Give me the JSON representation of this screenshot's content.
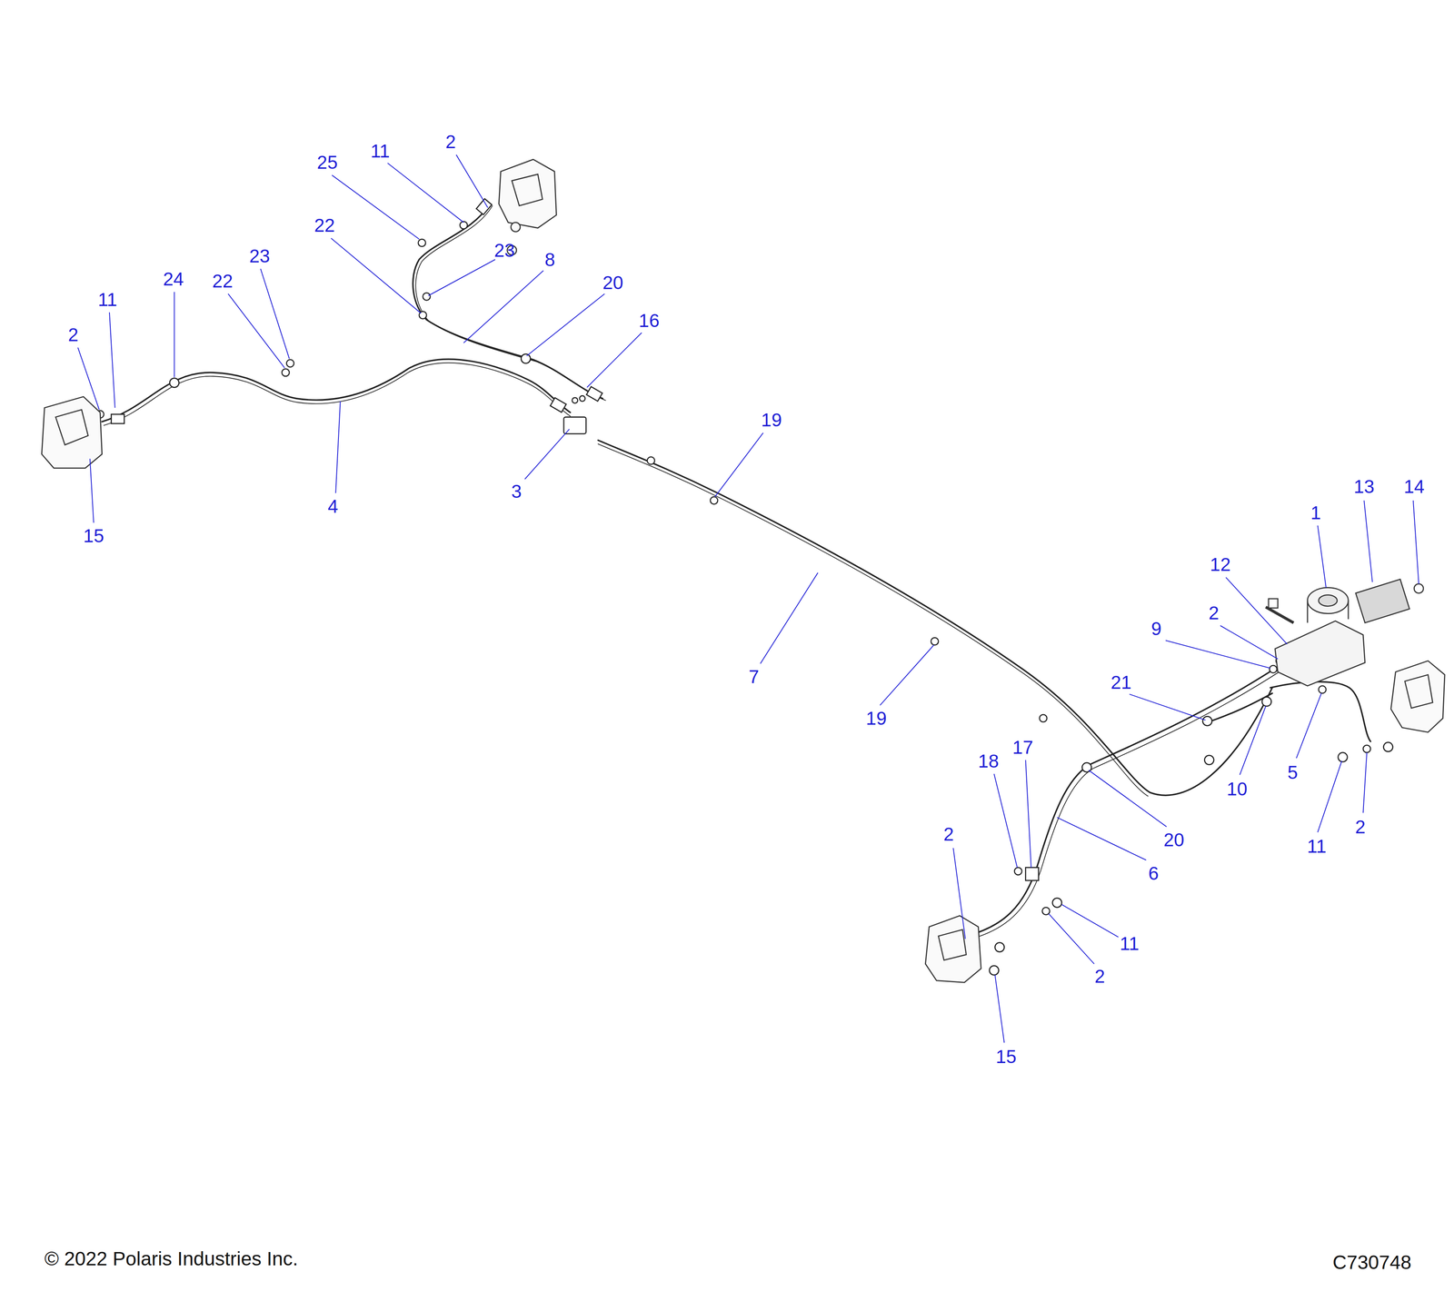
{
  "diagram": {
    "labels": [
      "25",
      "11",
      "2",
      "22",
      "23",
      "8",
      "20",
      "16",
      "24",
      "23",
      "22",
      "11",
      "2",
      "4",
      "3",
      "15",
      "19",
      "7",
      "19",
      "13",
      "14",
      "1",
      "12",
      "2",
      "9",
      "21",
      "10",
      "5",
      "11",
      "2",
      "20",
      "6",
      "18",
      "17",
      "2",
      "11",
      "2",
      "15",
      "© 2022 Polaris Industries Inc.",
      "C730748"
    ]
  }
}
